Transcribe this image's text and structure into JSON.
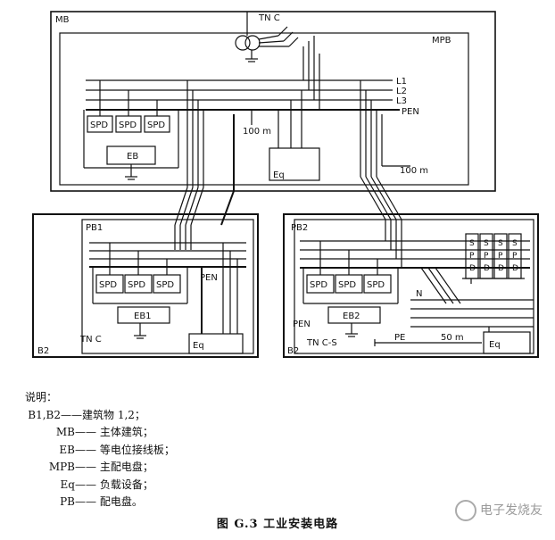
{
  "diagram": {
    "labels": {
      "mb": "MB",
      "tnc_top": "TN C",
      "mpb": "MPB",
      "l1": "L1",
      "l2": "L2",
      "l3": "L3",
      "pen": "PEN",
      "dist_100a": "100 m",
      "dist_100b": "100 m",
      "eq": "Eq",
      "eb": "EB",
      "spd": "SPD",
      "pb1": "PB1",
      "pb2": "PB2",
      "pen_pb1": "PEN",
      "eb1": "EB1",
      "eb2": "EB2",
      "tnc_b1": "TN C",
      "b2_left": "B2",
      "b2_right": "B2",
      "pen_pb2": "PEN",
      "tncs": "TN C-S",
      "pe": "PE",
      "dist_50": "50 m",
      "n": "N",
      "spd_vertical": [
        "S",
        "P",
        "D"
      ]
    }
  },
  "legend": {
    "heading": "说明：",
    "items": [
      {
        "key": "B1,B2",
        "value": "——建筑物 1,2；"
      },
      {
        "key": "MB",
        "value": "—— 主体建筑；"
      },
      {
        "key": "EB",
        "value": "—— 等电位接线板；"
      },
      {
        "key": "MPB",
        "value": "—— 主配电盘；"
      },
      {
        "key": "Eq",
        "value": "—— 负载设备；"
      },
      {
        "key": "PB",
        "value": "—— 配电盘。"
      }
    ]
  },
  "caption": "图 G.3   工业安装电路",
  "watermark": "电子发烧友"
}
